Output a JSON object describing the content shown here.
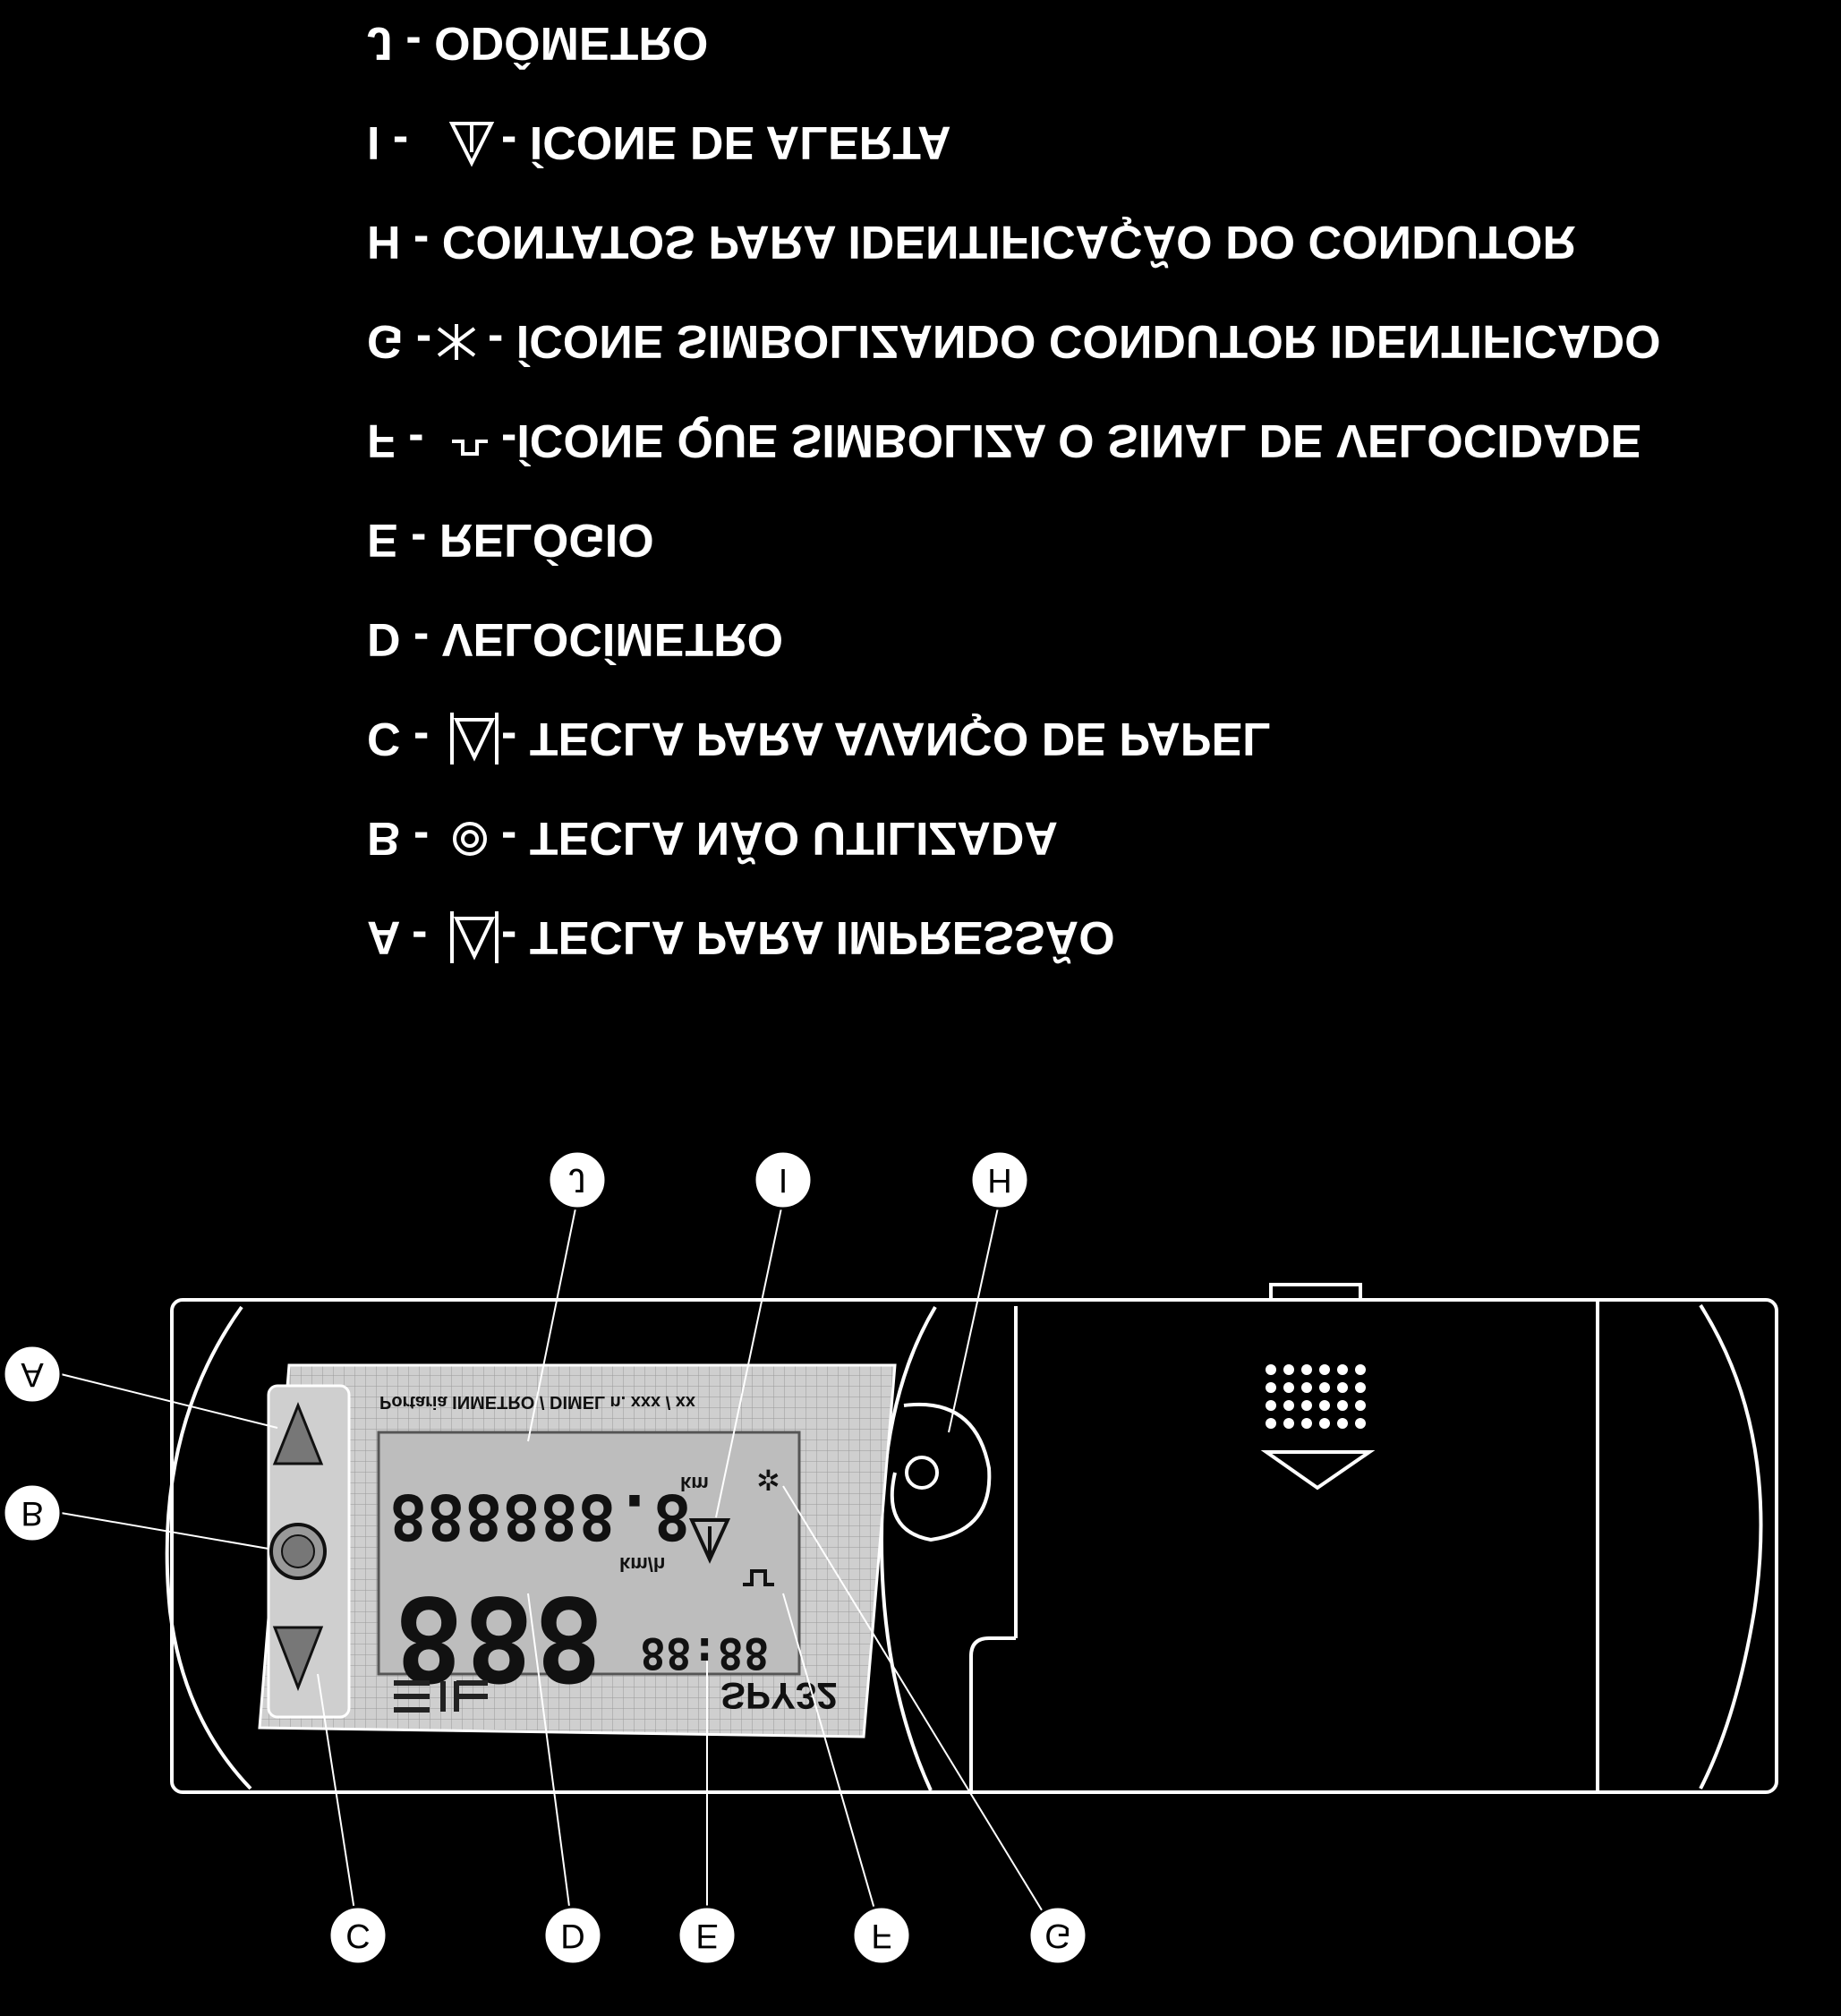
{
  "legend": [
    {
      "letter": "A",
      "text": "A - ",
      "desc": " - TECLA PARA IMPRESSÃO",
      "icon": "print-key-icon"
    },
    {
      "letter": "B",
      "text": "B - ",
      "desc": " - TECLA NÃO UTILIZADA",
      "icon": "circle-key-icon"
    },
    {
      "letter": "C",
      "text": "C - ",
      "desc": " - TECLA PARA AVANÇO DE PAPEL",
      "icon": "paper-advance-key-icon"
    },
    {
      "letter": "D",
      "text": "D - VELOCÍMETRO",
      "desc": "",
      "icon": ""
    },
    {
      "letter": "E",
      "text": "E - RELÓGIO",
      "desc": "",
      "icon": ""
    },
    {
      "letter": "F",
      "text": "F - ",
      "desc": " -ÍCONE QUE SIMBOLIZA O SINAL DE VELOCIDADE",
      "icon": "speed-signal-icon"
    },
    {
      "letter": "G",
      "text": "G -",
      "desc": " - ÍCONE SIMBOLIZANDO CONDUTOR IDENTIFICADO",
      "icon": "driver-identified-icon"
    },
    {
      "letter": "H",
      "text": "H - CONTATOS PARA IDENTIFICAÇÃO DO CONDUTOR",
      "desc": "",
      "icon": ""
    },
    {
      "letter": "I",
      "text": "I - ",
      "desc": " - ÍCONE DE ALERTA",
      "icon": "alert-icon"
    },
    {
      "letter": "J",
      "text": "J - ODÔMETRO",
      "desc": "",
      "icon": ""
    }
  ],
  "callouts": [
    "A",
    "B",
    "C",
    "D",
    "E",
    "F",
    "G",
    "H",
    "I",
    "J"
  ],
  "display": {
    "portaria": "Portaria INMETRO / DIMEL n. xxx / xx",
    "odometer": "888888.8",
    "odometer_unit": "km",
    "speed": "888",
    "speed_unit": "km/h",
    "clock": "88:88",
    "brand": "SPY32"
  },
  "colors": {
    "background": "#000000",
    "lines": "#ffffff",
    "display_panel": "#d9d9d9"
  }
}
